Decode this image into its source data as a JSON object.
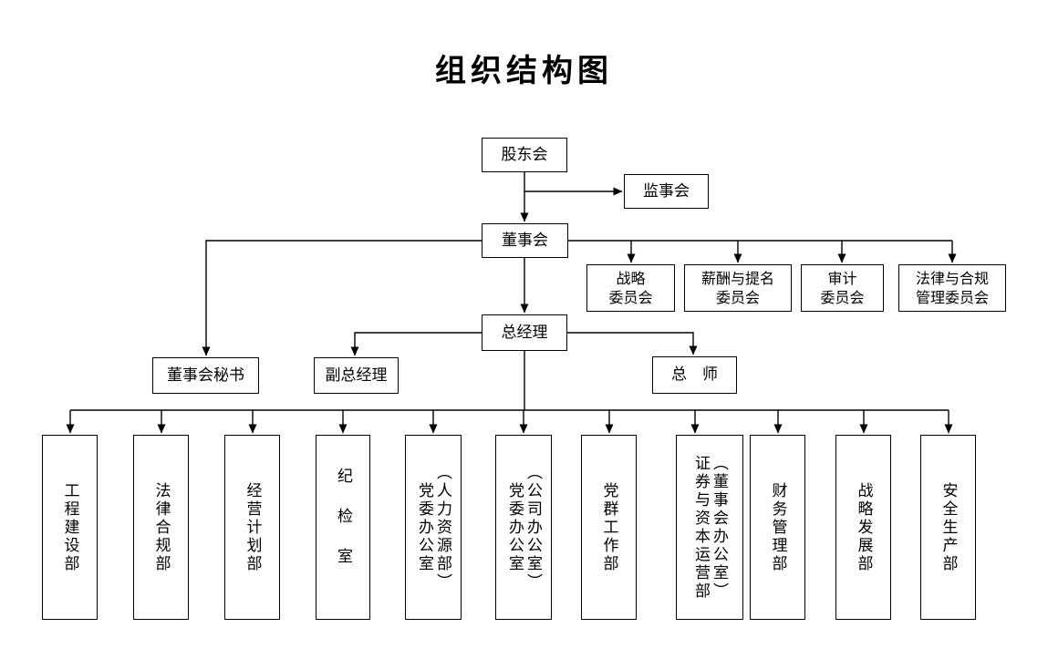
{
  "title": "组织结构图",
  "colors": {
    "background": "#ffffff",
    "line": "#000000",
    "box_border": "#000000",
    "text": "#000000"
  },
  "nodes": {
    "shareholders": {
      "label": "股东会"
    },
    "supervisory": {
      "label": "监事会"
    },
    "board": {
      "label": "董事会"
    },
    "committees": [
      {
        "label": "战略\n委员会"
      },
      {
        "label": "薪酬与提名\n委员会"
      },
      {
        "label": "审计\n委员会"
      },
      {
        "label": "法律与合规\n管理委员会"
      }
    ],
    "general_manager": {
      "label": "总经理"
    },
    "board_secretary": {
      "label": "董事会秘书"
    },
    "deputy_gm": {
      "label": "副总经理"
    },
    "chief_engineer": {
      "label": "总　师"
    },
    "departments": [
      {
        "label": "工程建设部"
      },
      {
        "label": "法律合规部"
      },
      {
        "label": "经营计划部"
      },
      {
        "label": "纪检室"
      },
      {
        "label": "党委办公室\n（人力资源部）"
      },
      {
        "label": "党委办公室\n（公司办公室）"
      },
      {
        "label": "党群工作部"
      },
      {
        "label": "证券与资本运营部\n（董事会办公室）"
      },
      {
        "label": "财务管理部"
      },
      {
        "label": "战略发展部"
      },
      {
        "label": "安全生产部"
      }
    ]
  },
  "edges": [
    {
      "from": "股东会",
      "to": "监事会"
    },
    {
      "from": "股东会",
      "to": "董事会"
    },
    {
      "from": "董事会",
      "to": "董事会秘书"
    },
    {
      "from": "董事会",
      "to": "战略委员会"
    },
    {
      "from": "董事会",
      "to": "薪酬与提名委员会"
    },
    {
      "from": "董事会",
      "to": "审计委员会"
    },
    {
      "from": "董事会",
      "to": "法律与合规管理委员会"
    },
    {
      "from": "董事会",
      "to": "总经理"
    },
    {
      "from": "总经理",
      "to": "副总经理"
    },
    {
      "from": "总经理",
      "to": "总师"
    },
    {
      "from": "总经理",
      "to": "工程建设部"
    },
    {
      "from": "总经理",
      "to": "法律合规部"
    },
    {
      "from": "总经理",
      "to": "经营计划部"
    },
    {
      "from": "总经理",
      "to": "纪检室"
    },
    {
      "from": "总经理",
      "to": "党委办公室（人力资源部）"
    },
    {
      "from": "总经理",
      "to": "党委办公室（公司办公室）"
    },
    {
      "from": "总经理",
      "to": "党群工作部"
    },
    {
      "from": "总经理",
      "to": "证券与资本运营部（董事会办公室）"
    },
    {
      "from": "总经理",
      "to": "财务管理部"
    },
    {
      "from": "总经理",
      "to": "战略发展部"
    },
    {
      "from": "总经理",
      "to": "安全生产部"
    }
  ]
}
